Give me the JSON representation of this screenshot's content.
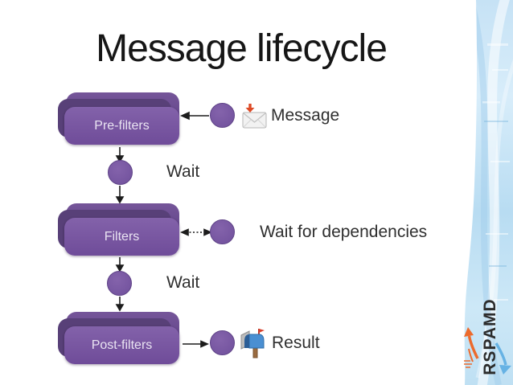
{
  "slide": {
    "title": "Message lifecycle",
    "stages": [
      {
        "id": "pre-filters",
        "label": "Pre-filters"
      },
      {
        "id": "filters",
        "label": "Filters"
      },
      {
        "id": "post-filters",
        "label": "Post-filters"
      }
    ],
    "labels": {
      "message": "Message",
      "wait_after_prefilters": "Wait",
      "wait_for_dependencies": "Wait for dependencies",
      "wait_after_filters": "Wait",
      "result": "Result"
    },
    "icons": {
      "message": "envelope-with-down-arrow-icon",
      "result": "open-mailbox-raised-flag-icon"
    }
  },
  "branding": {
    "logo_text": "RSPAMD"
  },
  "colors": {
    "stage_purple": "#7a56a2",
    "stage_purple_dark": "#5e4287",
    "node_purple": "#7a57a4",
    "arrow_black": "#1c1c1c",
    "text_dark": "#2f2f2f",
    "strip_blue": "#bcdcf2",
    "logo_orange": "#ec6a2c",
    "logo_blue": "#66b2e4",
    "envelope_arrow_red": "#dd4a26"
  }
}
